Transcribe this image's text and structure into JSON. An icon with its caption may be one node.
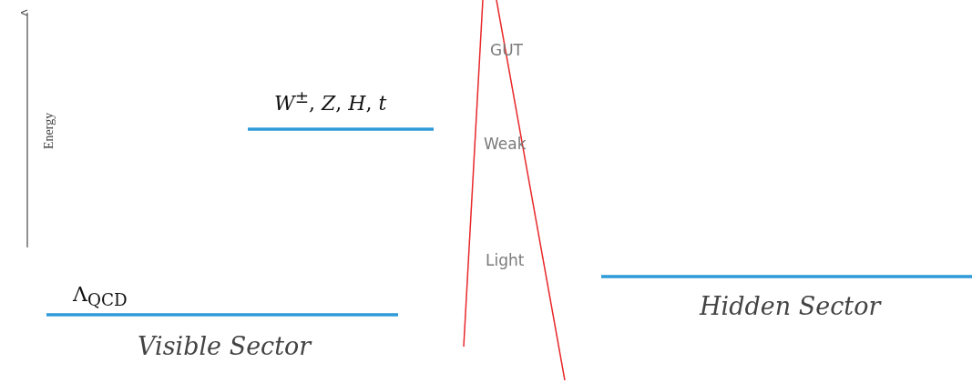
{
  "diagram": {
    "labels": [
      "GUT",
      "*W*$^{±}$, *Z*, *H*, *t*",
      "Weak",
      "Energy",
      "Light",
      "Λ$_{QCD}$",
      "Hidden Sector",
      "Visible Sector"
    ]
  }
}
